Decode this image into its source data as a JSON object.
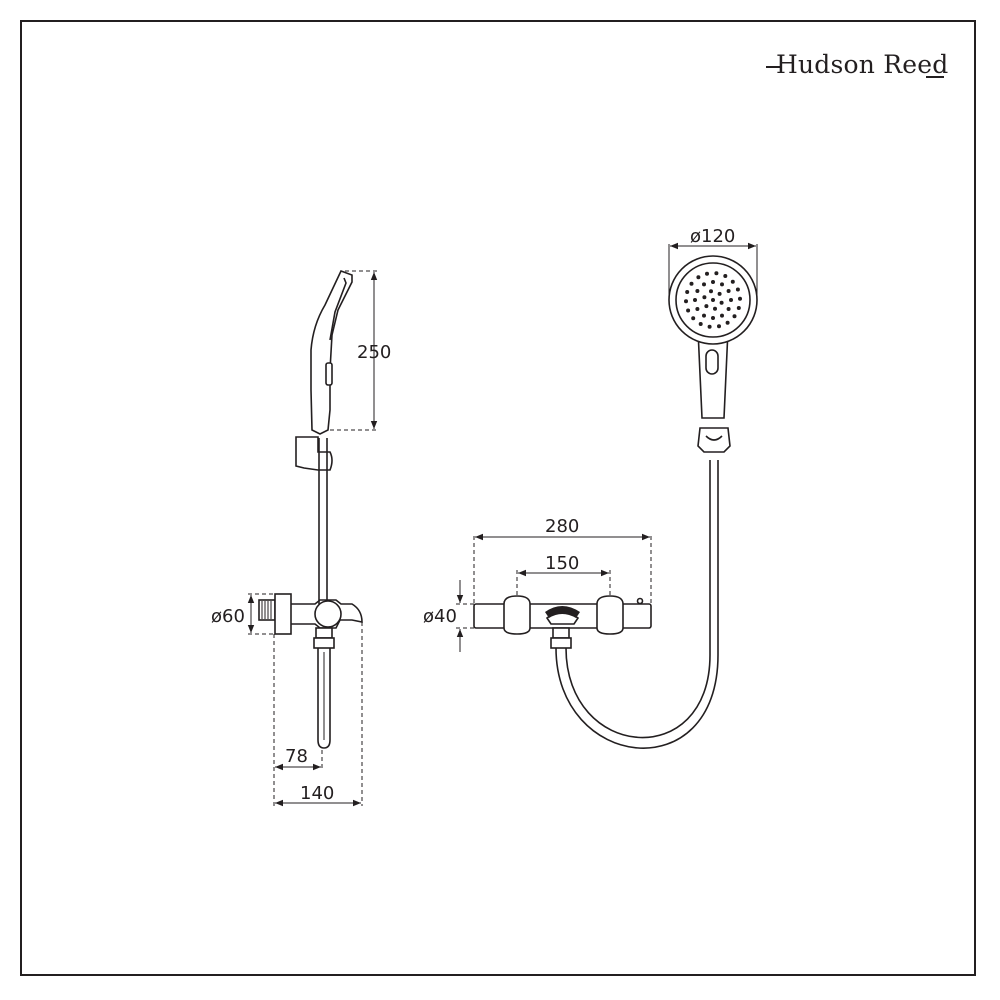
{
  "brand": {
    "name": "Hudson Reed"
  },
  "dimensions": {
    "side_view": {
      "handset_height": "250",
      "wall_flange_diameter": "ø60",
      "projection_short": "78",
      "projection_long": "140"
    },
    "front_view": {
      "overall_width": "280",
      "handle_centres": "150",
      "body_diameter": "ø40",
      "shower_head_diameter": "ø120"
    }
  }
}
